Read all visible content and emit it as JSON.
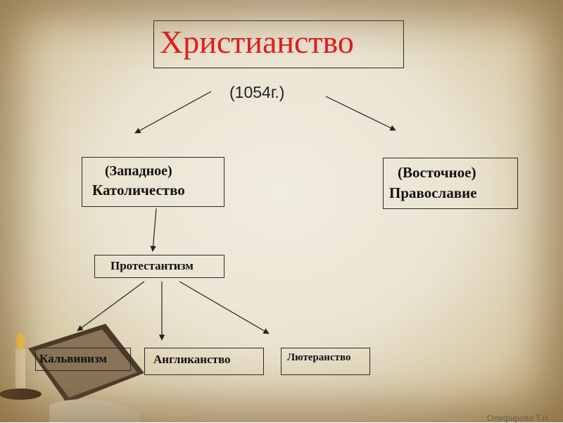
{
  "diagram": {
    "title": "Христианство",
    "year": "(1054г.)",
    "west": {
      "line1": "(Западное)",
      "line2": "Католичество"
    },
    "east": {
      "line1": "(Восточное)",
      "line2": "Православие"
    },
    "protestantism": "Протестантизм",
    "branches": {
      "calvinism": "Кальвинизм",
      "anglicanism": "Англиканство",
      "lutheranism": "Лютеранство"
    }
  },
  "footer": {
    "author": "Олифирова Т.И."
  },
  "colors": {
    "title": "#e31b1b",
    "text": "#111111",
    "border": "#2a2a2a"
  }
}
